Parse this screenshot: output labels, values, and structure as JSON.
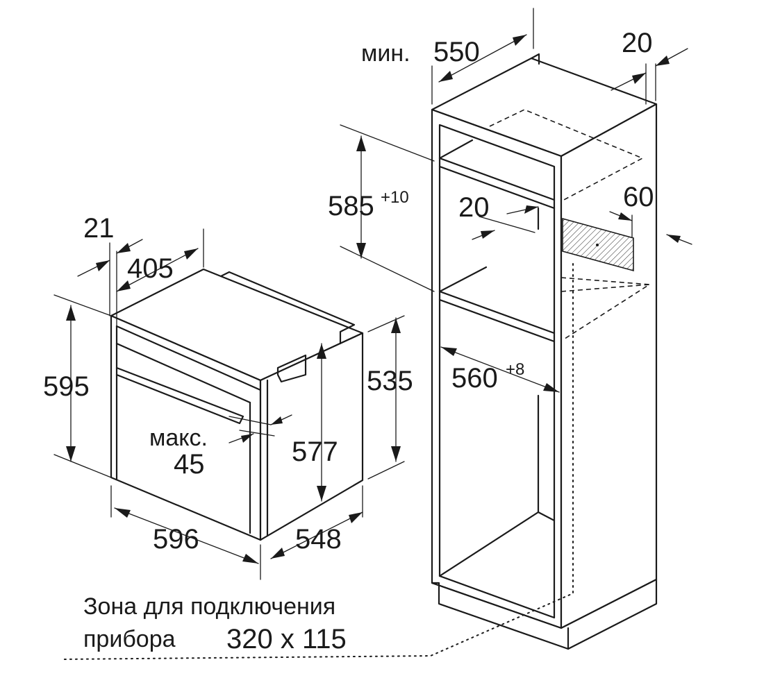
{
  "labels": {
    "cabinet_depth_prefix": "мин.",
    "cabinet_depth": "550",
    "back_gap": "20",
    "niche_height": "585",
    "niche_height_tol": "+10",
    "vent_gap": "20",
    "vent_depth": "60",
    "niche_width": "560",
    "niche_width_tol": "+8",
    "panel_thickness": "21",
    "oven_top_depth": "405",
    "oven_height": "595",
    "oven_niche_height": "535",
    "door_max_prefix": "макс.",
    "door_max": "45",
    "oven_inner_height": "577",
    "oven_width": "596",
    "oven_depth": "548",
    "zone_line1": "Зона для подключения",
    "zone_line2_prefix": "прибора",
    "zone_line2_size": "320 x 115"
  },
  "colors": {
    "line": "#1a1a1a",
    "background": "#ffffff"
  }
}
